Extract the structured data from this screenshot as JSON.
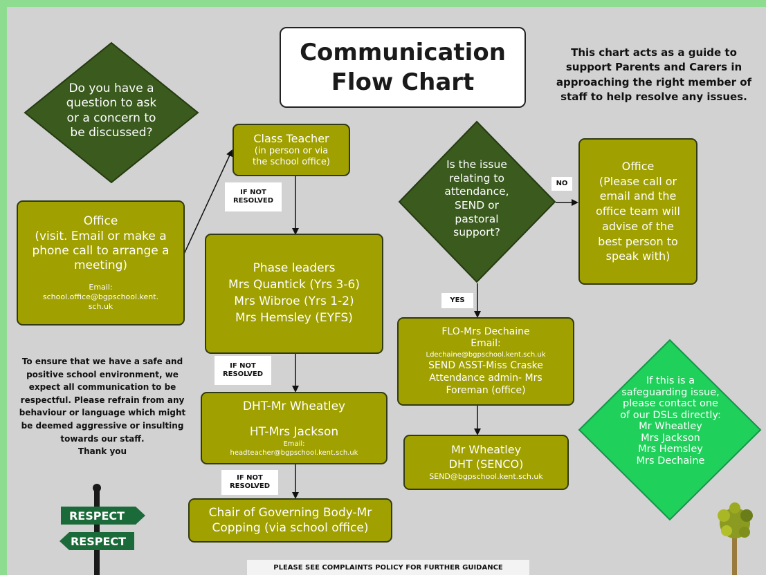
{
  "title": "Communication\nFlow Chart",
  "intro": "This chart acts as a guide to\nsupport Parents and Carers in\napproaching the right member of\nstaff to help resolve any issues.",
  "question_diamond": "Do you have a\nquestion to ask\nor a concern to\nbe discussed?",
  "office_left": {
    "heading": "Office\n(visit. Email or make a\nphone call to arrange a\nmeeting)",
    "email_label": "Email:",
    "email": "school.office@bgpschool.kent.\nsch.uk"
  },
  "class_teacher": {
    "heading": "Class Teacher",
    "detail": "(in person or via\nthe school office)"
  },
  "if_not_resolved": "IF NOT\nRESOLVED",
  "phase_leaders": {
    "heading": "Phase leaders",
    "names": "Mrs Quantick (Yrs 3-6)\nMrs Wibroe (Yrs 1-2)\nMrs Hemsley (EYFS)"
  },
  "dht_box": {
    "line1": "DHT-Mr Wheatley",
    "line2": "HT-Mrs Jackson",
    "email_label": "Email:",
    "email": "headteacher@bgpschool.kent.sch.uk"
  },
  "chair_box": "Chair of Governing Body-Mr\nCopping (via school office)",
  "issue_diamond": "Is the issue\nrelating to\nattendance,\nSEND or\npastoral\nsupport?",
  "no_label": "NO",
  "yes_label": "YES",
  "office_right": "Office\n(Please call or\nemail and the\noffice team will\nadvise of the\nbest person to\nspeak with)",
  "flo_box": {
    "line1": "FLO-Mrs Dechaine",
    "line2": "Email:",
    "email": "Ldechaine@bgpschool.kent.sch.uk",
    "rest": "SEND ASST-Miss Craske\nAttendance admin- Mrs\nForeman (office)"
  },
  "senco_box": {
    "line1": "Mr Wheatley\nDHT (SENCO)",
    "email": "SEND@bgpschool.kent.sch.uk"
  },
  "safeguarding_diamond": "If this is a\nsafeguarding issue,\nplease contact one\nof our DSLs directly:\nMr Wheatley\nMrs Jackson\nMrs Hemsley\nMrs Dechaine",
  "respect_text": "To ensure that we have  a safe and\npositive school environment, we\nexpect all communication to be\nrespectful.  Please refrain from any\nbehaviour or language which might\nbe deemed aggressive or insulting\ntowards our staff.\nThank you",
  "signpost_top": "RESPECT",
  "signpost_bottom": "RESPECT",
  "footer": "PLEASE SEE COMPLAINTS POLICY FOR FURTHER GUIDANCE",
  "colors": {
    "border": "#8edc8f",
    "panel": "#d2d2d2",
    "olive_box": "#a0a000",
    "dark_diamond": "#3a5a1e",
    "bright_diamond": "#1fd05a",
    "signpost": "#1b6b3a"
  }
}
